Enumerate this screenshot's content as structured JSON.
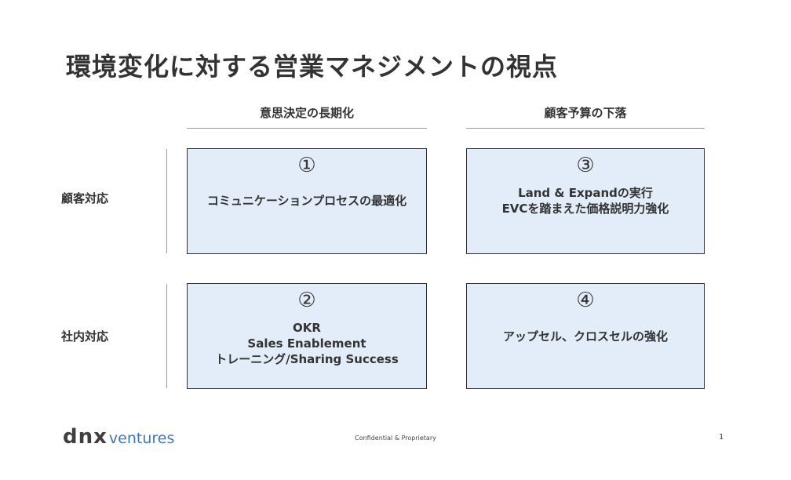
{
  "slide": {
    "title": "環境変化に対する営業マネジメントの視点"
  },
  "columns": [
    "意思決定の長期化",
    "顧客予算の下落"
  ],
  "rows": [
    "顧客対応",
    "社内対応"
  ],
  "cells": [
    {
      "number": "①",
      "lines": [
        "コミュニケーションプロセスの最適化"
      ]
    },
    {
      "number": "③",
      "lines": [
        "Land & Expandの実行",
        "EVCを踏まえた価格説明力強化"
      ]
    },
    {
      "number": "②",
      "lines": [
        "OKR",
        "Sales Enablement",
        "トレーニング/Sharing Success"
      ]
    },
    {
      "number": "④",
      "lines": [
        "アップセル、クロスセルの強化"
      ]
    }
  ],
  "footer": {
    "logo_primary": "dnx",
    "logo_secondary": "ventures",
    "confidential": "Confidential & Proprietary",
    "page_number": "1"
  },
  "colors": {
    "cell_fill": "#e3edf9",
    "cell_border": "#2f2f2f",
    "logo_accent": "#3d78b9"
  }
}
